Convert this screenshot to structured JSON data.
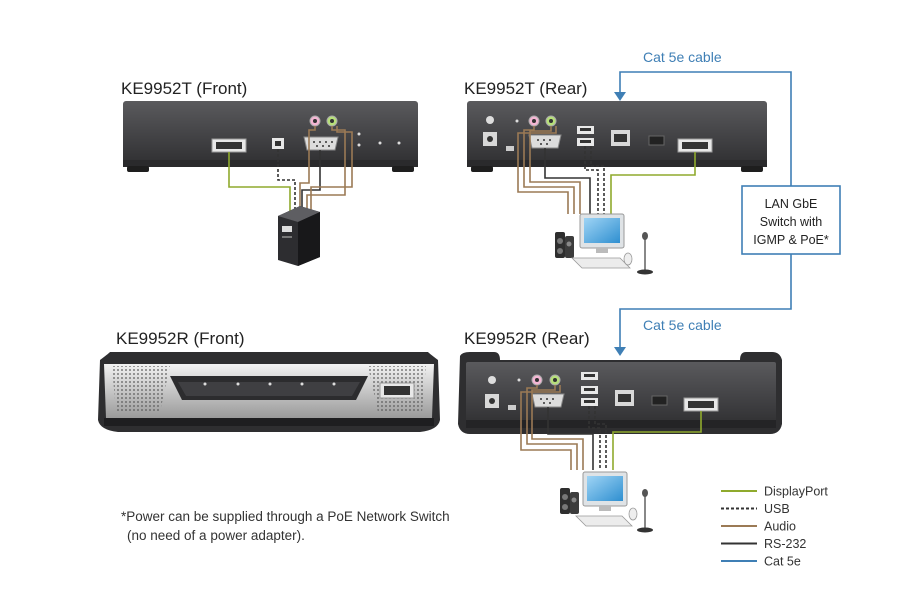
{
  "labels": {
    "tx_front": "KE9952T (Front)",
    "tx_rear": "KE9952T (Rear)",
    "rx_front": "KE9952R (Front)",
    "rx_rear": "KE9952R (Rear)"
  },
  "cables": {
    "top": "Cat 5e cable",
    "bottom": "Cat 5e cable"
  },
  "switch": {
    "line1": "LAN GbE",
    "line2": "Switch with",
    "line3": "IGMP & PoE*"
  },
  "note": {
    "line1": "*Power can be supplied through a PoE Network Switch",
    "line2": "(no need of a power adapter)."
  },
  "legend": [
    {
      "label": "DisplayPort",
      "color": "#8faa2d",
      "style": "solid"
    },
    {
      "label": "USB",
      "color": "#333333",
      "style": "dashed"
    },
    {
      "label": "Audio",
      "color": "#9b7a55",
      "style": "solid"
    },
    {
      "label": "RS-232",
      "color": "#333333",
      "style": "solid"
    },
    {
      "label": "Cat 5e",
      "color": "#3f7fb5",
      "style": "solid"
    }
  ],
  "colors": {
    "cat5e": "#3f7fb5",
    "displayport": "#8faa2d",
    "audio": "#9b7a55",
    "usb_rs232": "#333333",
    "device_body": "#4a4a4c"
  }
}
